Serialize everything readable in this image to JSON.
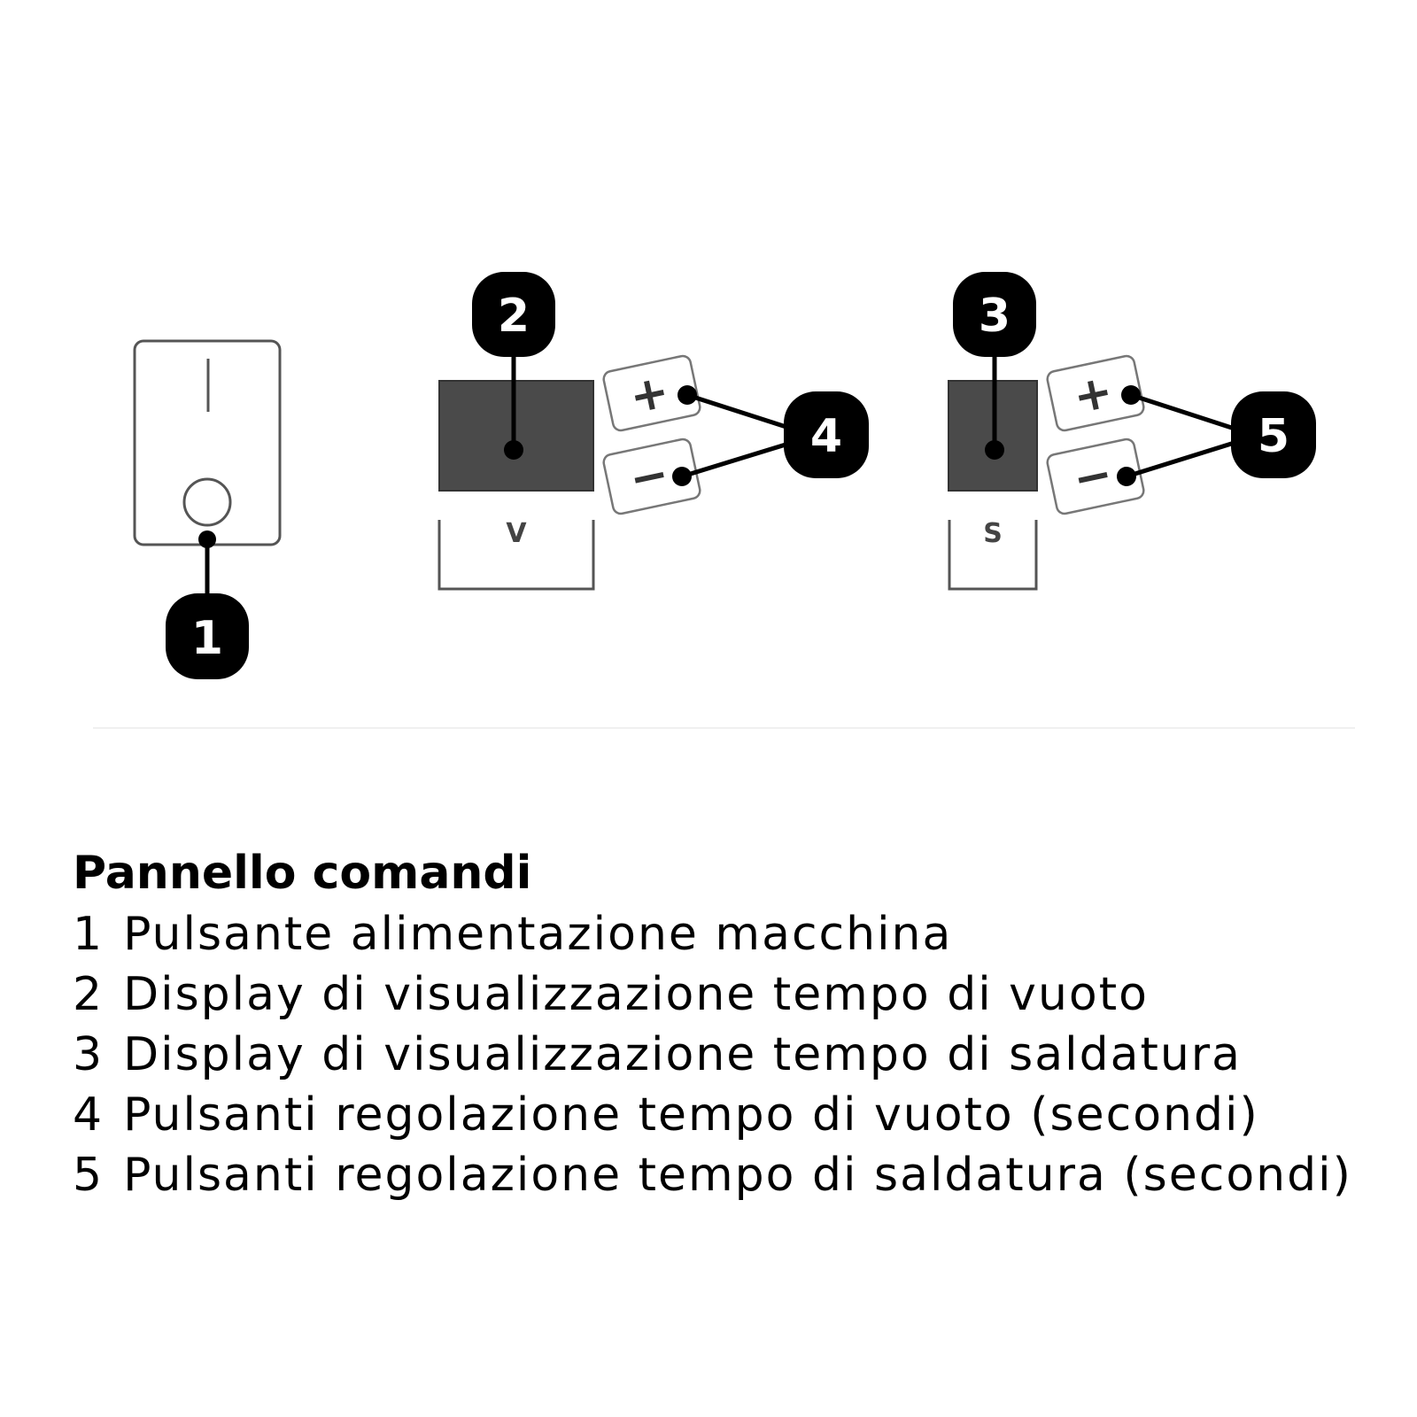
{
  "diagram": {
    "callouts": [
      {
        "number": "1"
      },
      {
        "number": "2"
      },
      {
        "number": "3"
      },
      {
        "number": "4"
      },
      {
        "number": "5"
      }
    ],
    "buttons": {
      "plus_symbol": "+",
      "minus_symbol": "−"
    },
    "panels": {
      "vacuum_letter": "V",
      "seal_letter": "S"
    },
    "colors": {
      "display_fill": "#4a4a4a",
      "callout_fill": "#000000",
      "outline": "#555555"
    }
  },
  "legend": {
    "title": "Pannello comandi",
    "items": [
      {
        "number": "1",
        "text": "Pulsante alimentazione macchina"
      },
      {
        "number": "2",
        "text": "Display di visualizzazione tempo di vuoto"
      },
      {
        "number": "3",
        "text": "Display di visualizzazione tempo di saldatura"
      },
      {
        "number": "4",
        "text": "Pulsanti regolazione tempo di vuoto (secondi)"
      },
      {
        "number": "5",
        "text": "Pulsanti regolazione tempo di saldatura (secondi)"
      }
    ]
  }
}
